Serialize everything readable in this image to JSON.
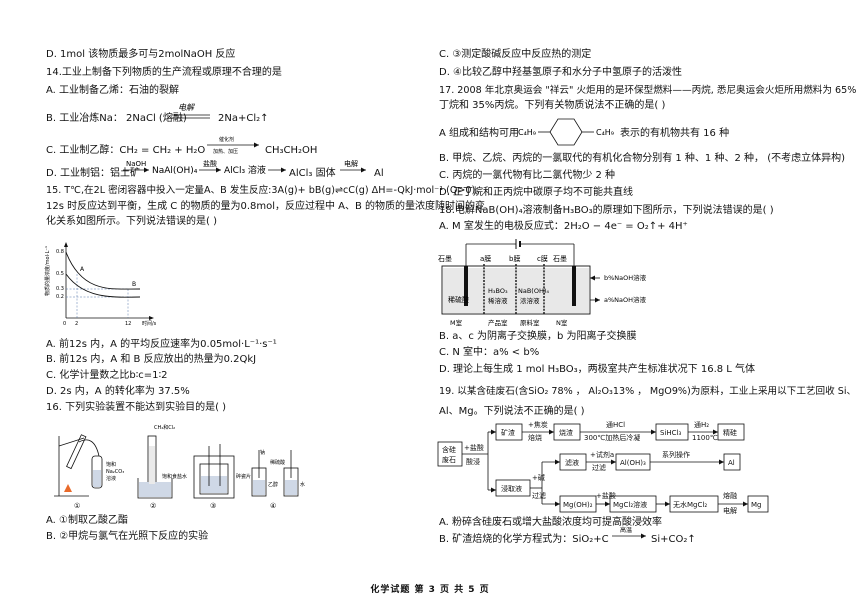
{
  "left": {
    "d13": "D.  1mol 该物质最多可与2molNaOH 反应",
    "q14": "14.工业上制备下列物质的生产流程或原理不合理的是",
    "q14a": "A.  工业制备乙烯：石油的裂解",
    "q14b_pre": "B.  工业冶炼Na：  2NaCl (熔融)",
    "q14b_cond": "电解",
    "q14b_post": "2Na+Cl₂↑",
    "q14c_pre": "C.  工业制乙醇：CH₂ = CH₂ + H₂O",
    "q14c_cond": "催化剂",
    "q14c_cond2": "加热、加压",
    "q14c_post": "CH₃CH₂OH",
    "q14d_pre": "D.  工业制铝：铝土矿",
    "q14d_c1": "NaOH",
    "q14d_m1": "NaAl(OH)₄",
    "q14d_c2": "盐酸",
    "q14d_m2": "AlCl₃ 溶液",
    "q14d_m3": "AlCl₃ 固体",
    "q14d_c3": "电解",
    "q14d_post": "Al",
    "q15_1": "15.  T℃,在2L 密闭容器中投入一定量A、B 发生反应:3A(g)+ bB(g)⇌cC(g) ΔH=-QkJ·mol⁻¹ (Q>0)。",
    "q15_2": "12s 时反应达到平衡，生成 C 的物质的量为0.8mol，反应过程中 A、B 的物质的量浓度随时间的变",
    "q15_3": "化关系如图所示。下列说法错误的是(    )",
    "q15a": "A.  前12s 内，A 的平均反应速率为0.05mol·L⁻¹·s⁻¹",
    "q15b": "B.  前12s 内，A 和 B 反应放出的热量为0.2QkJ",
    "q15c": "C.  化学计量数之比b∶c=1∶2",
    "q15d": "D.  2s 内，A 的转化率为 37.5%",
    "q16": "16.  下列实验装置不能达到实验目的是(    )",
    "q16a": "A. ①制取乙酸乙酯",
    "q16b": "B. ②甲烷与氯气在光照下反应的实验"
  },
  "graph15": {
    "ylabel": "物质的量浓度/mol·L⁻¹",
    "xlabel": "时间/s",
    "yticks": [
      "0.8",
      "0.5",
      "0.3",
      "0.2"
    ],
    "xticks": [
      "0",
      "2",
      "12"
    ],
    "curve_a": "A",
    "curve_b": "B"
  },
  "app16": {
    "labels": [
      "①",
      "②",
      "③",
      "④"
    ],
    "t1": "饱和",
    "t2": "Na₂CO₃",
    "t3": "溶液",
    "t4": "CH₄和Cl₂",
    "t5": "饱和食盐水",
    "t6": "碎瓷片",
    "t7": "稀硫酸",
    "t8": "乙醇",
    "t9": "水",
    "t10": "钠"
  },
  "right": {
    "c16": "C. ③测定酸碱反应中反应热的测定",
    "d16": "D. ④比较乙醇中羟基氢原子和水分子中氢原子的活泼性",
    "q17_1": "17.  2008 年北京奥运会 \"祥云\" 火炬用的是环保型燃料——丙烷, 悉尼奥运会火炬所用燃料为 65%",
    "q17_2": "丁烷和 35%丙烷。下列有关物质说法不正确的是(    )",
    "q17a_pre": "A 组成和结构可用",
    "q17a_g1": "C₄H₉",
    "q17a_g2": "C₄H₉",
    "q17a_post": "表示的有机物共有 16 种",
    "q17b": "B.  甲烷、乙烷、丙烷的一氯取代的有机化合物分别有 1 种、1 种、2 种，  (不考虑立体异构)",
    "q17c": "C.  丙烷的一氯代物有比二氯代物少 2 种",
    "q17d": "D.  正丁烷和正丙烷中碳原子均不可能共直线",
    "q18_1": "18.电解NaB(OH)₄溶液制备H₃BO₃的原理如下图所示，下列说法错误的是(    )",
    "q18_2": "A. M 室发生的电极反应式：2H₂O − 4e⁻ = O₂↑+ 4H⁺",
    "q18b": "B.  a、c 为阴离子交换膜，b 为阳离子交换膜",
    "q18c": "C.  N 室中：a% < b%",
    "q18d": "D.  理论上每生成 1 mol H₃BO₃，两极室共产生标准状况下 16.8 L 气体",
    "q19_1": "19.  以某含硅废石(含SiO₂ 78% ，  Al₂O₃13% ，  MgO9%)为原料，工业上采用以下工艺回收 Si、",
    "q19_2": "Al、Mg。下列说法不正确的是(    )",
    "q19a": "A.  粉碎含硅废石或增大盐酸浓度均可提高酸浸效率",
    "q19b_pre": "B.  矿渣焙烧的化学方程式为：SiO₂+C",
    "q19b_cond": "高温",
    "q19b_post": "Si+CO₂↑"
  },
  "cell18": {
    "graphite_l": "石墨",
    "graphite_r": "石墨",
    "mem_a": "a膜",
    "mem_b": "b膜",
    "mem_c": "c膜",
    "room_m1": "稀硫酸",
    "room_p1": "H₃BO₃",
    "room_p2": "稀溶液",
    "room_r1": "NaB(OH)₄",
    "room_r2": "浓溶液",
    "out_top": "b%NaOH溶液",
    "out_bot": "a%NaOH溶液",
    "lab_m": "M室",
    "lab_p": "产品室",
    "lab_r": "原料室",
    "lab_n": "N室"
  },
  "flow19": {
    "n_start1": "含硅",
    "n_start2": "废石",
    "e_acid1": "+盐酸",
    "e_acid2": "酸浸",
    "n_kz": "矿渣",
    "e_c1": "+焦炭",
    "e_c2": "焙烧",
    "n_sz": "烧渣",
    "e_hcl1": "通HCl",
    "e_hcl2": "300℃加热后冷凝",
    "n_sicl": "SiHCl₃",
    "e_h2": "通H₂",
    "e_h2b": "1100℃",
    "n_jg": "精硅",
    "n_jqy": "浸取液",
    "e_oh1": "+碱",
    "e_oh2": "过滤",
    "n_ly": "滤液",
    "e_sj1": "+试剂a",
    "e_sj2": "过滤",
    "n_aloh": "Al(OH)₃",
    "e_xl": "系列操作",
    "n_al": "Al",
    "n_mgoh": "Mg(OH)₂",
    "e_hcl3": "+盐酸",
    "n_mgcl": "MgCl₂溶液",
    "n_wmg": "无水MgCl₂",
    "e_rr1": "熔融",
    "e_rr2": "电解",
    "n_mg": "Mg"
  },
  "footer": "化学试题  第 3 页  共 5 页"
}
